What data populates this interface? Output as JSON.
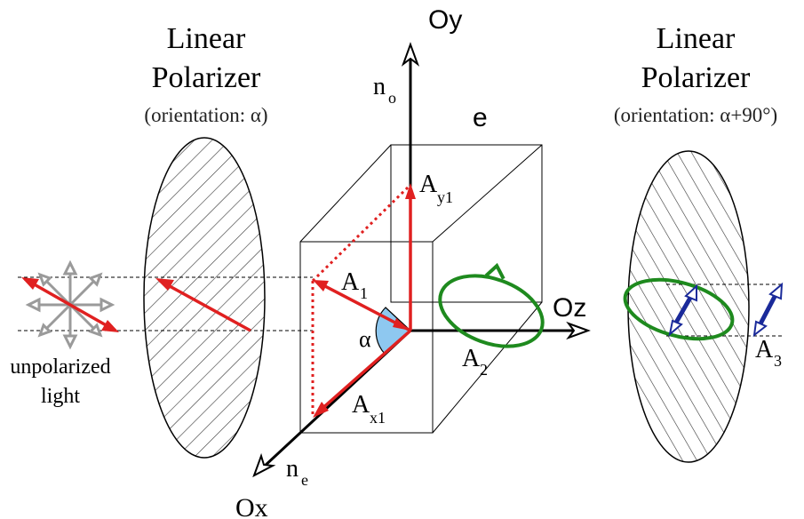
{
  "left_polarizer": {
    "title_line1": "Linear",
    "title_line2": "Polarizer",
    "orientation": "(orientation: α)"
  },
  "right_polarizer": {
    "title_line1": "Linear",
    "title_line2": "Polarizer",
    "orientation": "(orientation: α+90°)"
  },
  "source": {
    "line1": "unpolarized",
    "line2": "light"
  },
  "axes": {
    "y": "Oy",
    "z": "Oz",
    "x": "Ox"
  },
  "labels": {
    "e": "e",
    "n_o_base": "n",
    "n_o_sub": "o",
    "n_e_base": "n",
    "n_e_sub": "e",
    "ay1_base": "A",
    "ay1_sub": "y1",
    "a1_base": "A",
    "a1_sub": "1",
    "alpha": "α",
    "ax1_base": "A",
    "ax1_sub": "x1",
    "a2_base": "A",
    "a2_sub": "2",
    "a3_base": "A",
    "a3_sub": "3"
  },
  "colors": {
    "red": "#e02020",
    "green": "#1e8a1e",
    "blue": "#1a2a9a",
    "gray": "#9a9a9a",
    "angle_fill": "#8ec8f0",
    "black": "#000000"
  }
}
